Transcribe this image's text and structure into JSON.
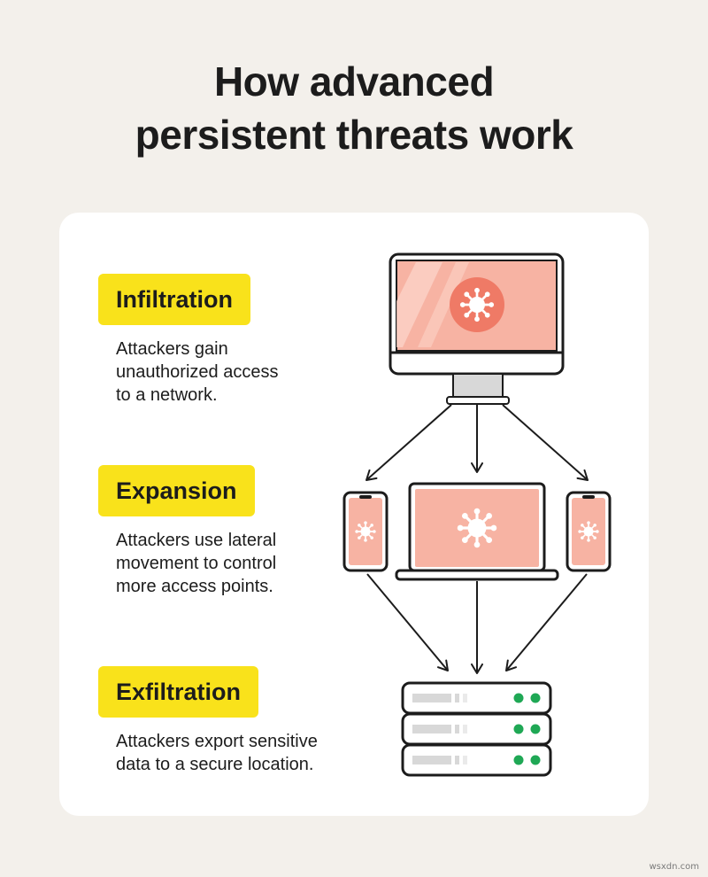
{
  "title": {
    "line1": "How advanced",
    "line2": "persistent threats work"
  },
  "steps": [
    {
      "label": "Infiltration",
      "desc_lines": [
        "Attackers gain",
        "unauthorized access",
        "to a network."
      ]
    },
    {
      "label": "Expansion",
      "desc_lines": [
        "Attackers use lateral",
        "movement to control",
        "more access points."
      ]
    },
    {
      "label": "Exfiltration",
      "desc_lines": [
        "Attackers export sensitive",
        "data to a secure location."
      ]
    }
  ],
  "watermark": "wsxdn.com",
  "colors": {
    "background": "#f3f0eb",
    "card": "#ffffff",
    "label": "#f9e21b",
    "screen": "#f7b3a3",
    "virus_circle": "#ef7a66",
    "server_led": "#1fa855",
    "outline": "#1c1c1c"
  },
  "icons": [
    "desktop-monitor-icon",
    "virus-icon",
    "smartphone-icon",
    "laptop-icon",
    "server-rack-icon"
  ]
}
